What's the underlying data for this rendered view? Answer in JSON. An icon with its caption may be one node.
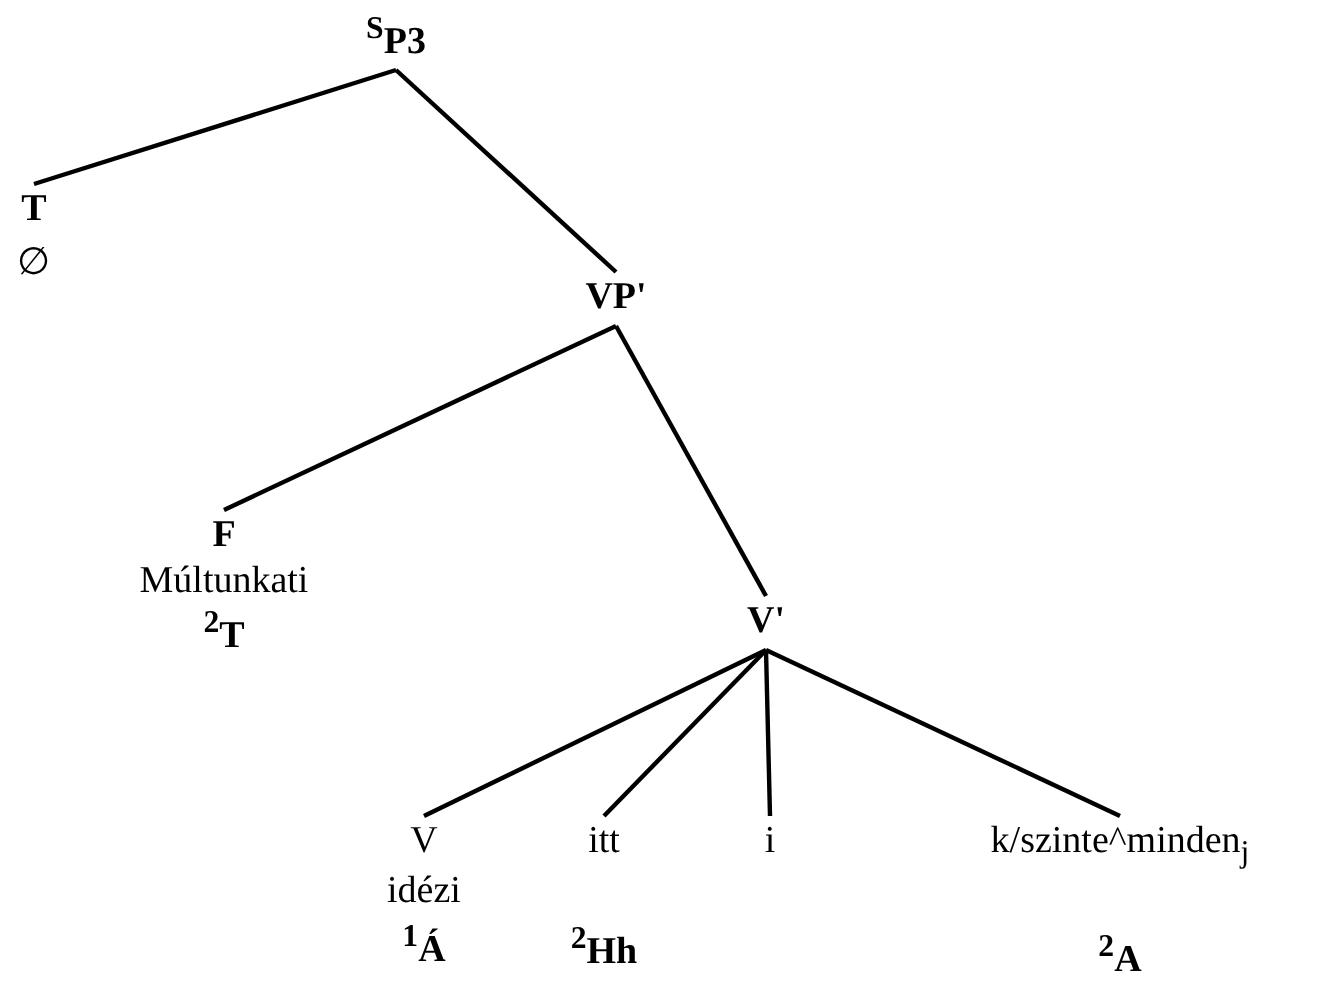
{
  "diagram": {
    "nodes": [
      {
        "text": [
          "$^{S}$P3"
        ]
      },
      {
        "text": [
          "T",
          "∅"
        ]
      },
      {
        "text": [
          "VP'"
        ]
      },
      {
        "text": [
          "F",
          "Múltunkati",
          "$^{2}$T"
        ]
      },
      {
        "text": [
          "V'"
        ]
      },
      {
        "text": [
          "V",
          "idézi",
          "$^{1}$Á"
        ]
      },
      {
        "text": [
          "itt",
          "$^{2}$Hh"
        ]
      },
      {
        "text": [
          "i"
        ]
      },
      {
        "text": [
          "k/szinte^minden$_{j}$",
          "$^{2}$A"
        ]
      }
    ],
    "edges": [
      {
        "from": 0,
        "to": 1,
        "arrow": "none"
      },
      {
        "from": 0,
        "to": 2,
        "arrow": "none"
      },
      {
        "from": 2,
        "to": 3,
        "arrow": "none"
      },
      {
        "from": 2,
        "to": 4,
        "arrow": "none"
      },
      {
        "from": 4,
        "to": 5,
        "arrow": "none"
      },
      {
        "from": 4,
        "to": 6,
        "arrow": "none"
      },
      {
        "from": 4,
        "to": 7,
        "arrow": "none"
      },
      {
        "from": 4,
        "to": 8,
        "arrow": "none"
      }
    ]
  }
}
